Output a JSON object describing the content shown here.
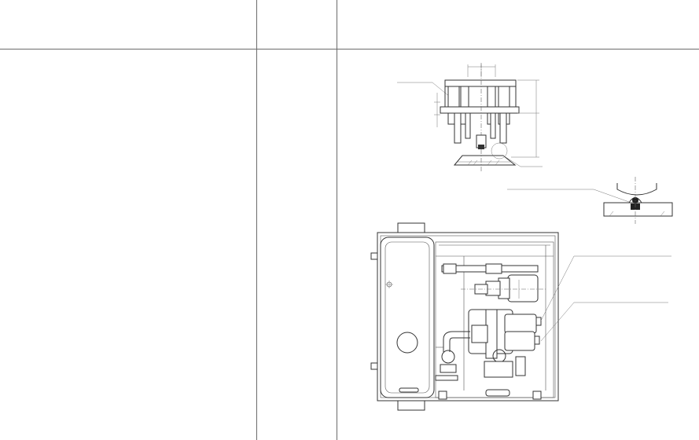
{
  "table": {
    "columns": [
      {
        "header": ""
      },
      {
        "header": ""
      },
      {
        "header": ""
      }
    ],
    "cells": [
      "",
      "",
      ""
    ]
  },
  "figures": [
    {
      "name": "pump-mounting-detail"
    },
    {
      "name": "valve-seat-detail"
    },
    {
      "name": "cabinet-internal-view"
    }
  ]
}
